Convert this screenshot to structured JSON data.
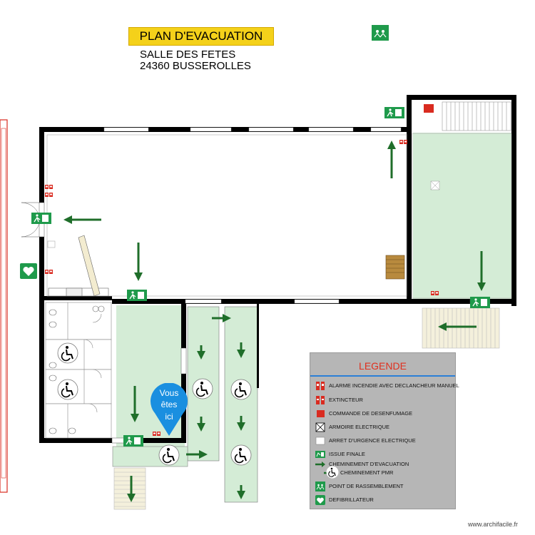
{
  "header": {
    "title": "PLAN D'EVACUATION",
    "venue": "SALLE DES FETES",
    "address": "24360 BUSSEROLLES"
  },
  "pin": {
    "line1": "Vous",
    "line2": "êtes",
    "line3": "ici"
  },
  "legend": {
    "title": "LEGENDE",
    "items": [
      {
        "icon": "fire-alarm-icon",
        "label": "ALARME INCENDIE AVEC DECLANCHEUR MANUEL"
      },
      {
        "icon": "extinguisher-icon",
        "label": "EXTINCTEUR"
      },
      {
        "icon": "smoke-control-icon",
        "label": "COMMANDE DE DESENFUMAGE"
      },
      {
        "icon": "electrical-cabinet-icon",
        "label": "ARMOIRE ELECTRIQUE"
      },
      {
        "icon": "emergency-stop-icon",
        "label": "ARRET D'URGENCE ELECTRIQUE"
      },
      {
        "icon": "exit-icon",
        "label": "ISSUE FINALE"
      },
      {
        "icon": "evacuation-arrow-icon",
        "label": "CHEMINEMENT D'EVACUATION"
      },
      {
        "icon": "pmr-path-icon",
        "label": "CHEMINEMENT PMR"
      },
      {
        "icon": "assembly-point-icon",
        "label": "POINT DE RASSEMBLEMENT"
      },
      {
        "icon": "defibrillator-icon",
        "label": "DEFIBRILLATEUR"
      }
    ]
  },
  "watermark": "www.archifacile.fr",
  "colors": {
    "title_bg": "#f4d11a",
    "wall": "#000000",
    "evac_zone": "#d4ecd6",
    "arrow": "#1f6e2a",
    "exit_sign": "#1f9a4b",
    "pin": "#1a8fe0",
    "legend_bg": "#b6b6b6",
    "legend_title": "#e0301e",
    "red_equipment": "#d92b20"
  }
}
